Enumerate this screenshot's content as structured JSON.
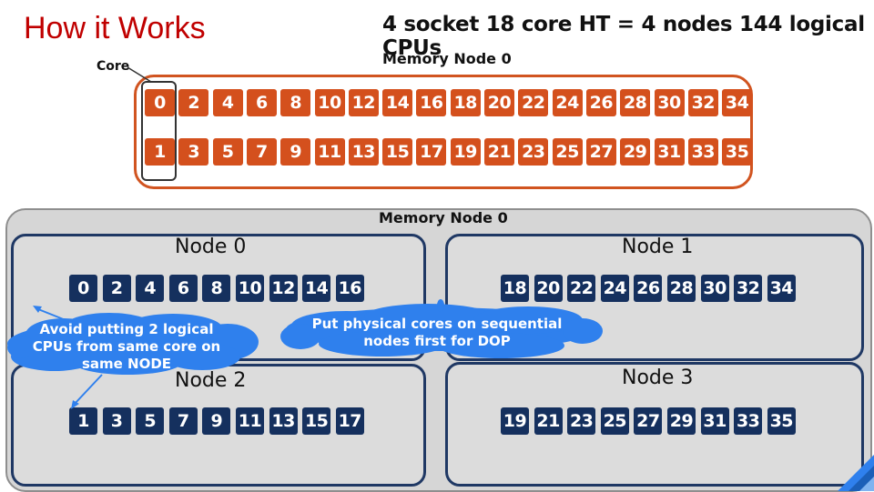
{
  "title": "How it Works",
  "headline": "4 socket 18 core HT = 4 nodes 144 logical CPUs",
  "memory_top_label": "Memory Node 0",
  "memory_bottom_label": "Memory Node 0",
  "core_label": "Core",
  "top_row_even": [
    "0",
    "2",
    "4",
    "6",
    "8",
    "10",
    "12",
    "14",
    "16",
    "18",
    "20",
    "22",
    "24",
    "26",
    "28",
    "30",
    "32",
    "34"
  ],
  "top_row_odd": [
    "1",
    "3",
    "5",
    "7",
    "9",
    "11",
    "13",
    "15",
    "17",
    "19",
    "21",
    "23",
    "25",
    "27",
    "29",
    "31",
    "33",
    "35"
  ],
  "nodes": [
    {
      "label": "Node 0",
      "cpus": [
        "0",
        "2",
        "4",
        "6",
        "8",
        "10",
        "12",
        "14",
        "16"
      ]
    },
    {
      "label": "Node 1",
      "cpus": [
        "18",
        "20",
        "22",
        "24",
        "26",
        "28",
        "30",
        "32",
        "34"
      ]
    },
    {
      "label": "Node 2",
      "cpus": [
        "1",
        "3",
        "5",
        "7",
        "9",
        "11",
        "13",
        "15",
        "17"
      ]
    },
    {
      "label": "Node 3",
      "cpus": [
        "19",
        "21",
        "23",
        "25",
        "27",
        "29",
        "31",
        "33",
        "35"
      ]
    }
  ],
  "callouts": {
    "avoid": "Avoid putting 2 logical CPUs from same core on same NODE",
    "sequential": "Put physical cores on sequential nodes first for DOP"
  },
  "colors": {
    "title": "#c00000",
    "top_border": "#d15420",
    "top_cell": "#d4501d",
    "node_cell": "#15305e",
    "node_border": "#1f3864",
    "cloud": "#2f80ed",
    "panel": "#d6d6d6"
  }
}
